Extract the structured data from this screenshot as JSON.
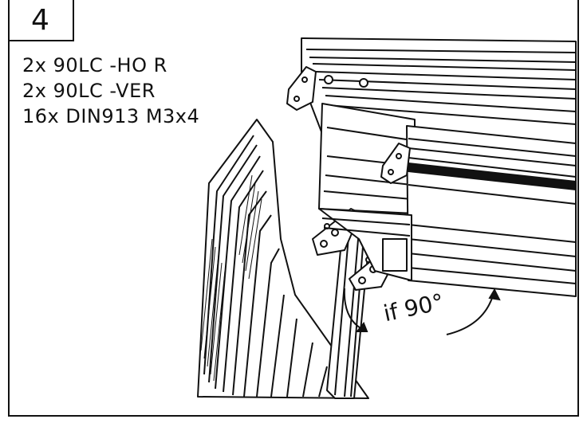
{
  "step": {
    "number": "4"
  },
  "parts": [
    "2x 90LC -HO R",
    "2x 90LC -VER",
    "16x DIN913 M3x4"
  ],
  "annotation": {
    "angle_label": "if 90°"
  }
}
